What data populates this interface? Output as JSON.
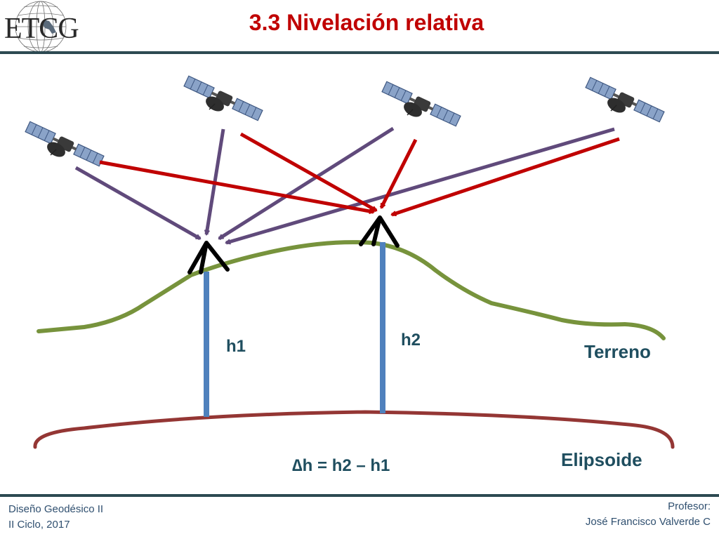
{
  "title": "3.3 Nivelación relativa",
  "logo": {
    "text": "ETCG"
  },
  "diagram": {
    "h1_label": "h1",
    "h2_label": "h2",
    "terrain_label": "Terreno",
    "ellipsoid_label": "Elipsoide",
    "formula": "∆h = h2 – h1",
    "colors": {
      "terrain": "#77933c",
      "ellipsoid": "#943634",
      "height_line": "#4f81bd",
      "arrow_red": "#c00000",
      "arrow_purple": "#604a7b",
      "label": "#1f4e5f"
    }
  },
  "footer": {
    "course": "Diseño Geodésico II",
    "term": "II Ciclo, 2017",
    "professor_title": "Profesor:",
    "professor_name": "José Francisco Valverde C"
  }
}
